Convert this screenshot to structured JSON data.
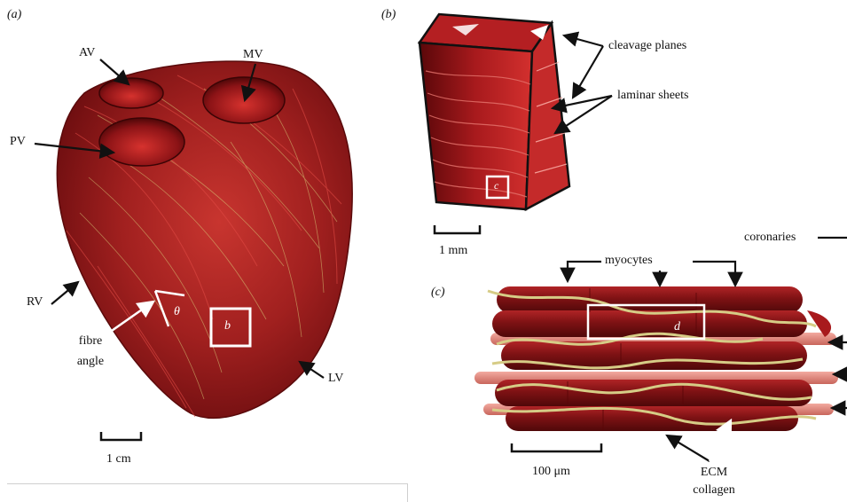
{
  "panels": {
    "a": {
      "label": "(a)",
      "labels": {
        "av": "AV",
        "mv": "MV",
        "pv": "PV",
        "rv": "RV",
        "lv": "LV",
        "fibre": "fibre",
        "angle": "angle",
        "theta": "θ",
        "box": "b"
      },
      "scale_bar": "1 cm"
    },
    "b": {
      "label": "(b)",
      "labels": {
        "cleavage": "cleavage planes",
        "laminar": "laminar sheets",
        "box": "c"
      },
      "scale_bar": "1 mm"
    },
    "c": {
      "label": "(c)",
      "labels": {
        "myocytes": "myocytes",
        "coronaries": "coronaries",
        "ecm": "ECM",
        "collagen": "collagen",
        "box": "d"
      },
      "scale_bar": "100 μm"
    }
  },
  "colors": {
    "muscle": "#8e1518",
    "muscle_light": "#c7262a",
    "collagen": "#c9c07a",
    "vessel": "#e08a80"
  }
}
